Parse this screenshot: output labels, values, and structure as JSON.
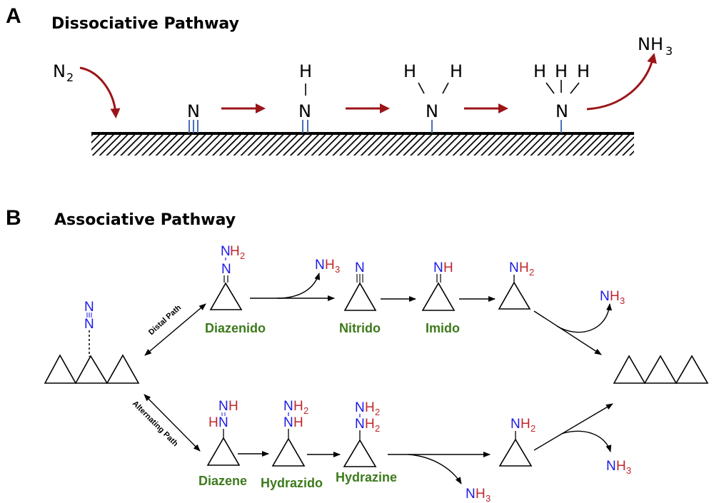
{
  "panel_a": {
    "letter": "A",
    "title": "Dissociative Pathway",
    "reactant": {
      "atom": "N",
      "sub": "2"
    },
    "species": [
      {
        "center": "N",
        "h_count": 0,
        "surface_bond": "triple"
      },
      {
        "center": "N",
        "h_count": 1,
        "surface_bond": "double"
      },
      {
        "center": "N",
        "h_count": 2,
        "surface_bond": "single"
      },
      {
        "center": "N",
        "h_count": 3,
        "surface_bond": "single"
      }
    ],
    "h": "H",
    "product": {
      "atom": "NH",
      "sub": "3"
    },
    "colors": {
      "arrow": "#9b1518",
      "surface_bond": "#4a6fb5"
    }
  },
  "panel_b": {
    "letter": "B",
    "title": "Associative Pathway",
    "start": {
      "top": "N",
      "bottom": "N"
    },
    "distal_path_label": "Distal Path",
    "alternating_path_label": "Alternating Path",
    "distal": [
      {
        "name": "Diazenido",
        "top_n": "N",
        "top_h": "H",
        "top_sub": "2",
        "bottom_n": "N"
      },
      {
        "name": "Nitrido",
        "n": "N"
      },
      {
        "name": "Imido",
        "n": "N",
        "h": "H"
      },
      {
        "name": "",
        "n": "N",
        "h": "H",
        "sub": "2"
      }
    ],
    "alternating": [
      {
        "name": "Diazene",
        "top_n": "N",
        "top_h": "H",
        "bottom_h": "H",
        "bottom_n": "N"
      },
      {
        "name": "Hydrazido",
        "top_n": "N",
        "top_h": "H",
        "top_sub": "2",
        "bottom_n": "N",
        "bottom_h": "H"
      },
      {
        "name": "Hydrazine",
        "top_n": "N",
        "top_h": "H",
        "top_sub": "2",
        "bottom_n": "N",
        "bottom_h": "H",
        "bottom_sub": "2"
      },
      {
        "name": "",
        "n": "N",
        "h": "H",
        "sub": "2"
      }
    ],
    "nh3": {
      "n": "N",
      "h": "H",
      "sub": "3"
    },
    "colors": {
      "nitrogen": "#1a1ae6",
      "hydrogen": "#c0272d",
      "label": "#3d7a1c"
    }
  }
}
